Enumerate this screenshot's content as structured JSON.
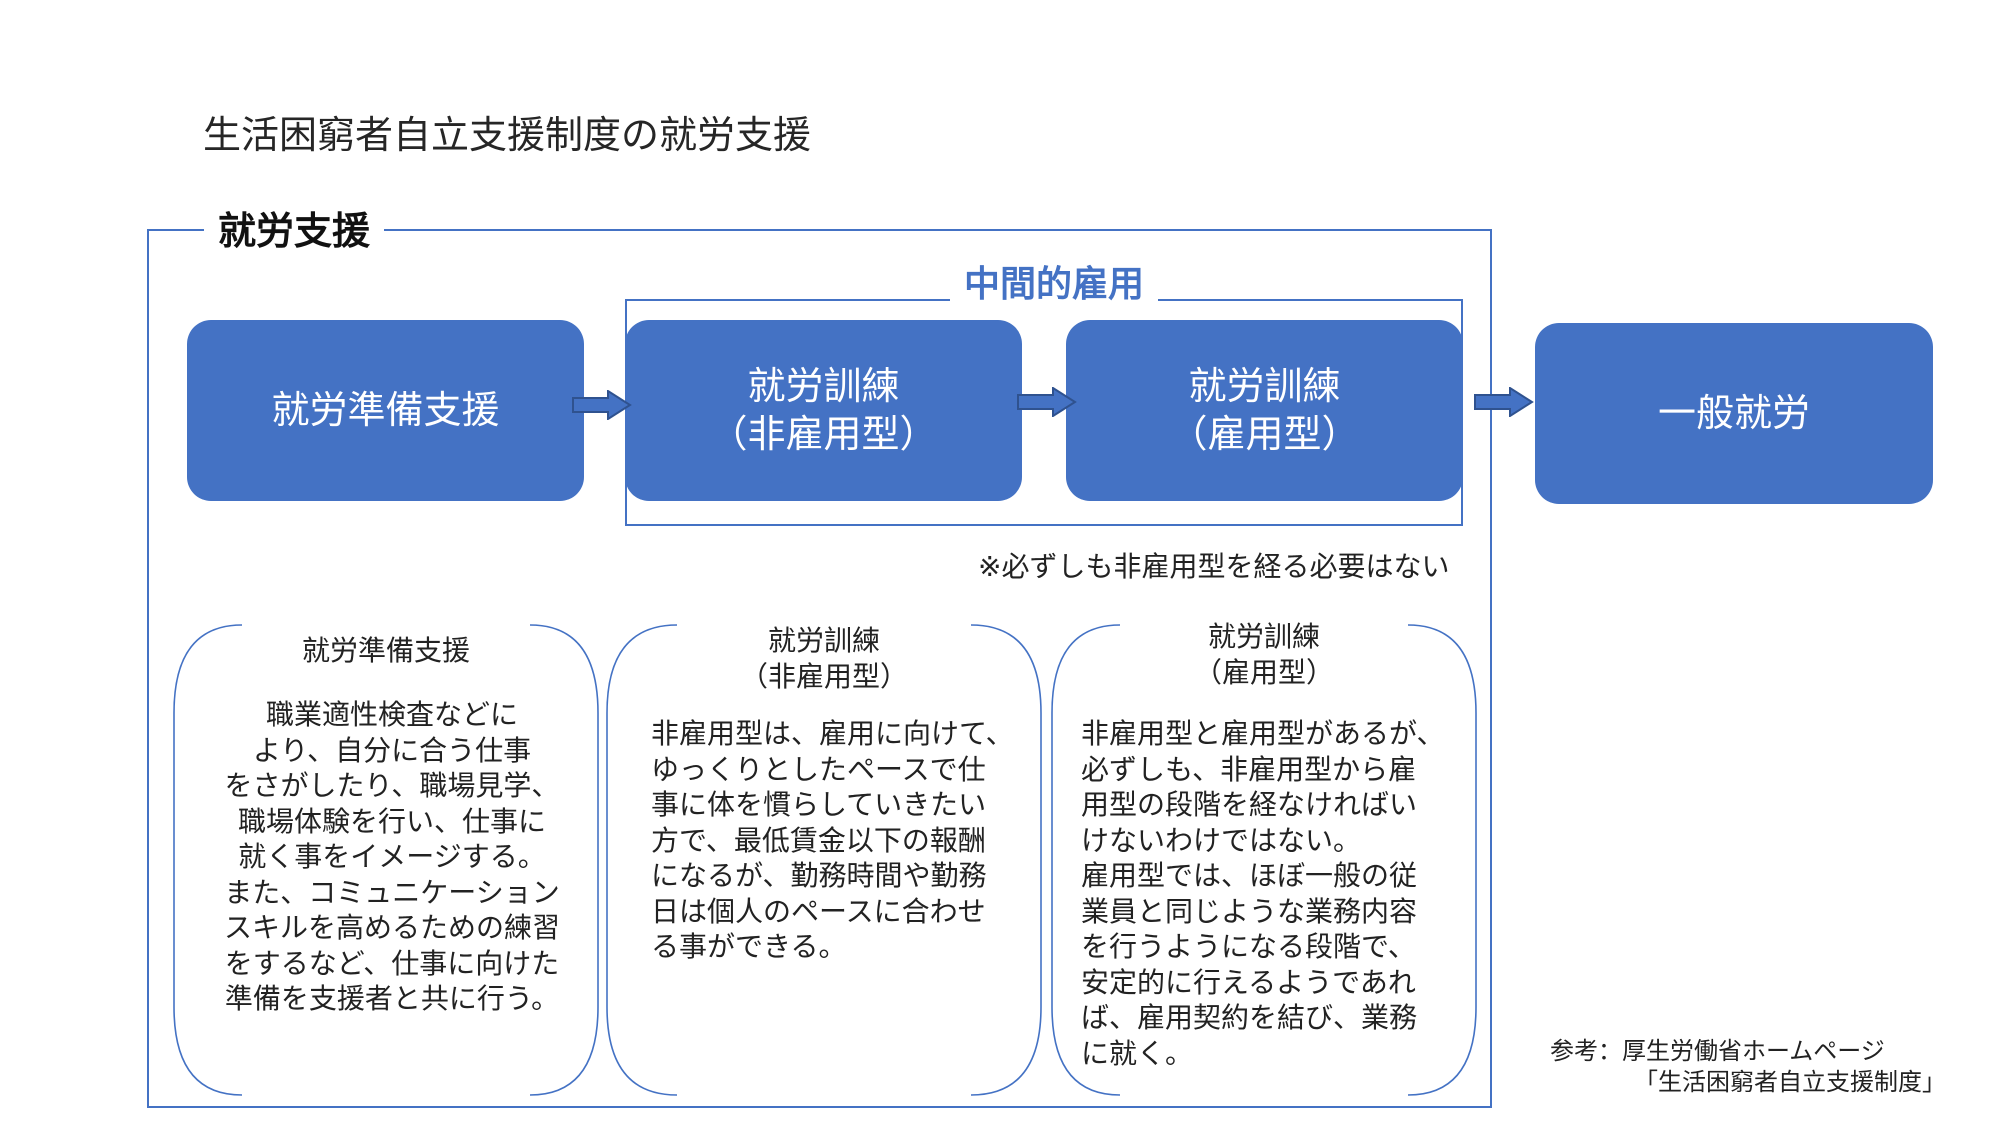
{
  "title": "生活困窮者自立支援制度の就労支援",
  "frame_label": "就労支援",
  "mid_label": "中間的雇用",
  "stages": {
    "prep": [
      "就労準備支援"
    ],
    "nonemp": [
      "就労訓練",
      "（非雇用型）"
    ],
    "emp": [
      "就労訓練",
      "（雇用型）"
    ],
    "general": [
      "一般就労"
    ]
  },
  "note": "※必ずしも非雇用型を経る必要はない",
  "cards": {
    "prep": {
      "title": [
        "就労準備支援"
      ],
      "body": "職業適性検査などに\nより、自分に合う仕事\nをさがしたり、職場見学、\n職場体験を行い、仕事に\n就く事をイメージする。\nまた、コミュニケーション\nスキルを高めるための練習\nをするなど、仕事に向けた\n準備を支援者と共に行う。"
    },
    "nonemp": {
      "title": [
        "就労訓練",
        "（非雇用型）"
      ],
      "body": "非雇用型は、雇用に向けて、\nゆっくりとしたペースで仕\n事に体を慣らしていきたい\n方で、最低賃金以下の報酬\nになるが、勤務時間や勤務\n日は個人のペースに合わせ\nる事ができる。"
    },
    "emp": {
      "title": [
        "就労訓練",
        "（雇用型）"
      ],
      "body": "非雇用型と雇用型があるが、\n必ずしも、非雇用型から雇\n用型の段階を経なければい\nけないわけではない。\n雇用型では、ほぼ一般の従\n業員と同じような業務内容\nを行うようになる段階で、\n安定的に行えるようであれ\nば、雇用契約を結び、業務\nに就く。"
    }
  },
  "reference": [
    "参考：厚生労働省ホームページ",
    "「生活困窮者自立支援制度」"
  ],
  "colors": {
    "accent": "#4472c4",
    "text": "#222222"
  }
}
